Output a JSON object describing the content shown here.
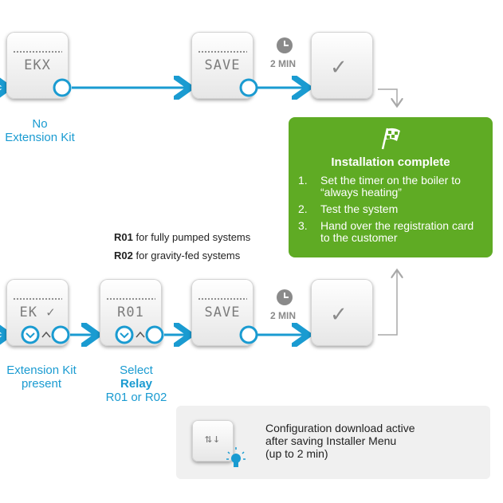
{
  "row1": {
    "device1_display": "EKX",
    "device2_display": "SAVE",
    "timer_label": "2 MIN",
    "caption_line1": "No",
    "caption_line2": "Extension Kit"
  },
  "row2": {
    "device1_display": "EK",
    "device2_display": "R01",
    "device3_display": "SAVE",
    "timer_label": "2 MIN",
    "caption1_line1": "Extension Kit",
    "caption1_line2": "present",
    "caption2_line1": "Select",
    "caption2_bold": "Relay",
    "caption2_line3": "R01 or R02"
  },
  "relay_notes": [
    {
      "code": "R01",
      "text": "for fully pumped systems"
    },
    {
      "code": "R02",
      "text": "for gravity-fed systems"
    }
  ],
  "complete": {
    "title": "Installation complete",
    "steps": [
      {
        "n": "1.",
        "text": "Set the timer on the boiler to “always heating”"
      },
      {
        "n": "2.",
        "text": "Test the system"
      },
      {
        "n": "3.",
        "text": "Hand over the registration card to the customer"
      }
    ]
  },
  "config": {
    "line1": "Configuration download active",
    "line2": "after saving Installer Menu",
    "line3": "(up to 2 min)"
  },
  "colors": {
    "accent_blue": "#1a9bd1",
    "green": "#5fab24",
    "arrow_grey": "#a8a8a8"
  }
}
